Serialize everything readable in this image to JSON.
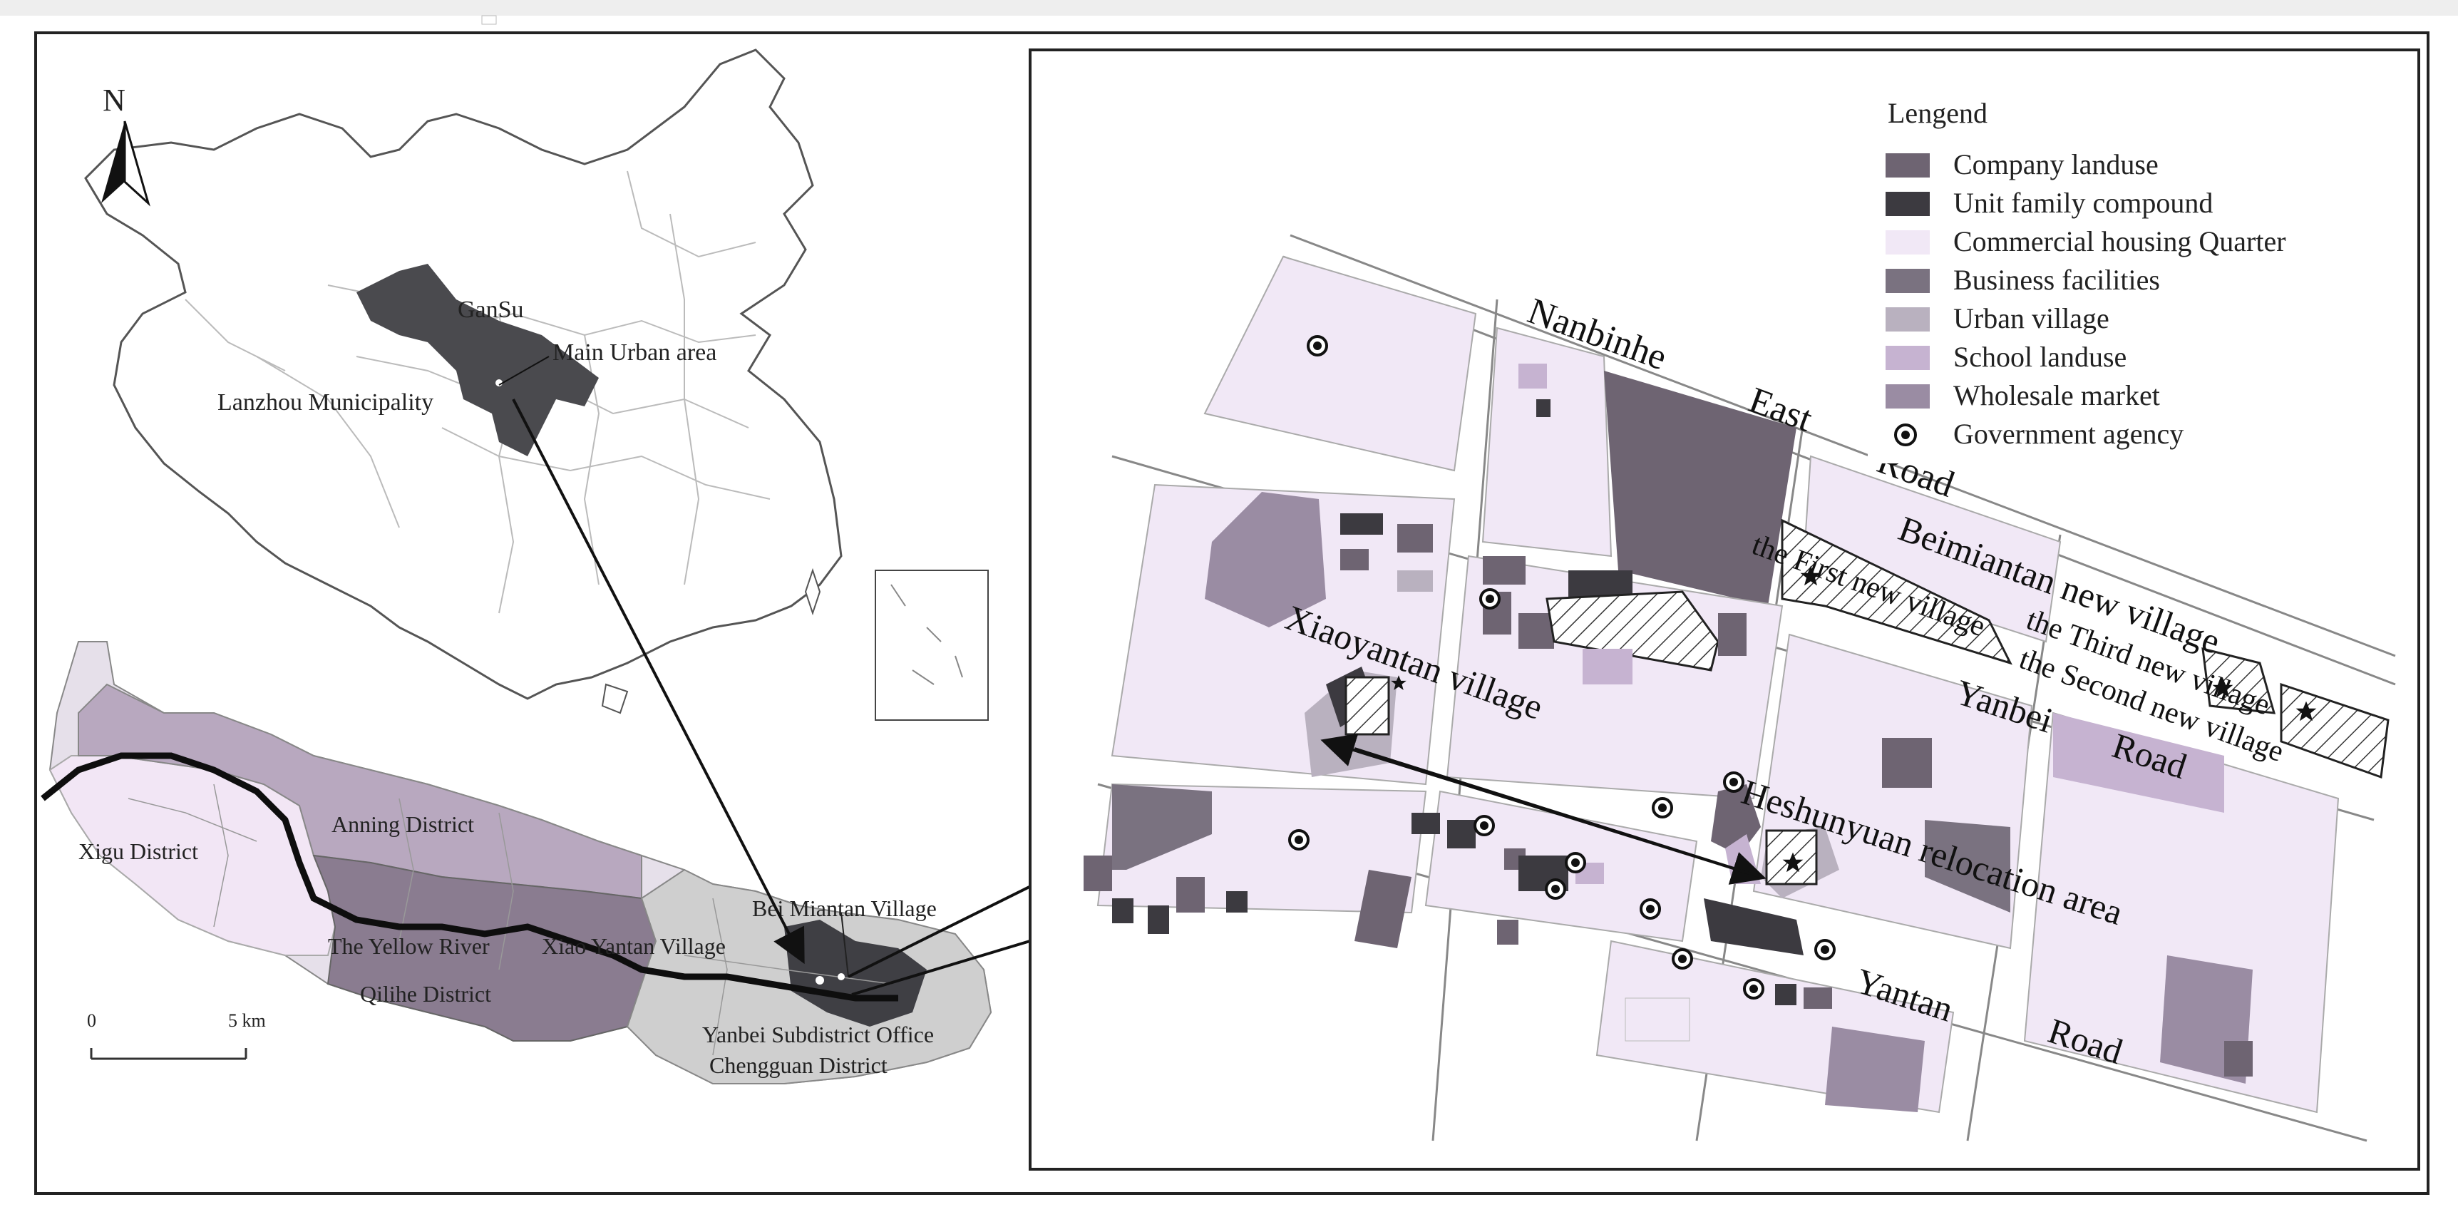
{
  "left_panel": {
    "north_label": "N",
    "labels": {
      "gansu": "GanSu",
      "main_urban": "Main Urban area",
      "lanzhou": "Lanzhou Municipality",
      "xigu": "Xigu District",
      "anning": "Anning District",
      "yellow_river": "The Yellow River",
      "xiao_yantan": "Xiao Yantan Village",
      "qilihe": "Qilihe District",
      "bei_miantan": "Bei Miantan Village",
      "yanbei_office": "Yanbei Subdistrict Office",
      "chengguan": "Chengguan District"
    },
    "scale": {
      "start": "0",
      "end": "5 km"
    }
  },
  "legend": {
    "title": "Lengend",
    "items": [
      {
        "label": "Company landuse",
        "color": "#6e6472"
      },
      {
        "label": "Unit family compound",
        "color": "#3c3a40"
      },
      {
        "label": "Commercial housing Quarter",
        "color": "#f1e8f6"
      },
      {
        "label": "Business facilities",
        "color": "#7a7280"
      },
      {
        "label": "Urban village",
        "color": "#b9b1bf"
      },
      {
        "label": "School landuse",
        "color": "#c6b3d1"
      },
      {
        "label": "Wholesale market",
        "color": "#9a8ca3"
      },
      {
        "label": "Government agency",
        "color": "#000000"
      }
    ]
  },
  "right_panel": {
    "roads": {
      "nanbinhe": "Nanbinhe",
      "east": "East",
      "road1": "Road",
      "yanbei": "Yanbei",
      "road2": "Road",
      "yantan": "Yantan",
      "road3": "Road"
    },
    "areas": {
      "beimiantan": "Beimiantan new village",
      "first": "the First new village",
      "third": "the Third new village",
      "second": "the Second new village",
      "xiaoyantan": "Xiaoyantan village",
      "heshunyuan": "Heshunyuan relocation area"
    }
  },
  "colors": {
    "company": "#6e6472",
    "unit": "#3c3a40",
    "commercial": "#f1e8f6",
    "business": "#7a7280",
    "urban_village": "#b9b1bf",
    "school": "#c6b3d1",
    "wholesale": "#9a8ca3"
  }
}
